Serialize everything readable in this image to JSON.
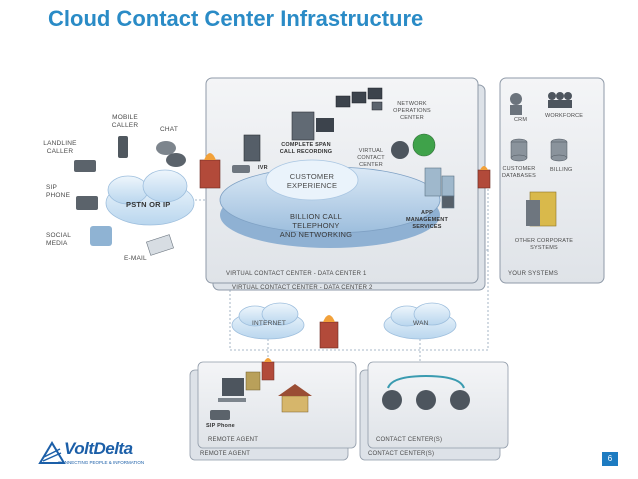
{
  "title": "Cloud Contact Center Infrastructure",
  "left_labels": {
    "mobile_caller": [
      "MOBILE",
      "CALLER"
    ],
    "chat": "CHAT",
    "landline_caller": [
      "LANDLINE",
      "CALLER"
    ],
    "sip_phone": [
      "SIP",
      "PHONE"
    ],
    "social_media": [
      "SOCIAL",
      "MEDIA"
    ],
    "email": "E-MAIL",
    "pstn": "PSTN OR IP"
  },
  "data_center": {
    "noc": [
      "NETWORK",
      "OPERATIONS",
      "CENTER"
    ],
    "complete_span": [
      "COMPLETE SPAN",
      "CALL RECORDING"
    ],
    "virtual_contact_center": [
      "VIRTUAL",
      "CONTACT",
      "CENTER"
    ],
    "ivr": "IVR",
    "customer_experience": [
      "CUSTOMER",
      "EXPERIENCE"
    ],
    "billion_call": [
      "BILLION CALL TELEPHONY",
      "AND NETWORKING"
    ],
    "app_management": [
      "APP",
      "MANAGEMENT",
      "SERVICES"
    ],
    "vcc_dc1": "VIRTUAL CONTACT CENTER - DATA CENTER 1",
    "vcc_dc2": "VIRTUAL CONTACT CENTER - DATA CENTER 2"
  },
  "your_systems": {
    "crm": "CRM",
    "workforce": "WORKFORCE",
    "customer_databases": [
      "CUSTOMER",
      "DATABASES"
    ],
    "billing": "BILLING",
    "other_corporate": [
      "OTHER CORPORATE",
      "SYSTEMS"
    ],
    "label": "YOUR SYSTEMS"
  },
  "network": {
    "internet": "INTERNET",
    "wan": "WAN"
  },
  "remote": {
    "sip_phone": "SIP Phone",
    "remote_agent_front": "REMOTE AGENT",
    "remote_agent_back": "REMOTE AGENT",
    "contact_centers_front": "CONTACT CENTER(S)",
    "contact_centers_back": "CONTACT CENTER(S)"
  },
  "logo": {
    "name": "VoltDelta",
    "tagline": "CONNECTING PEOPLE & INFORMATION"
  },
  "page_number": "6",
  "colors": {
    "title": "#2a8bc6",
    "cloud": "#cfe3f4",
    "platform": "#bcd3ea",
    "panel": "#e9ecf0",
    "firewall": "#b24a3a",
    "flame": "#f2a13a",
    "logo": "#1c5fa8",
    "page_badge": "#1d7bc1"
  }
}
